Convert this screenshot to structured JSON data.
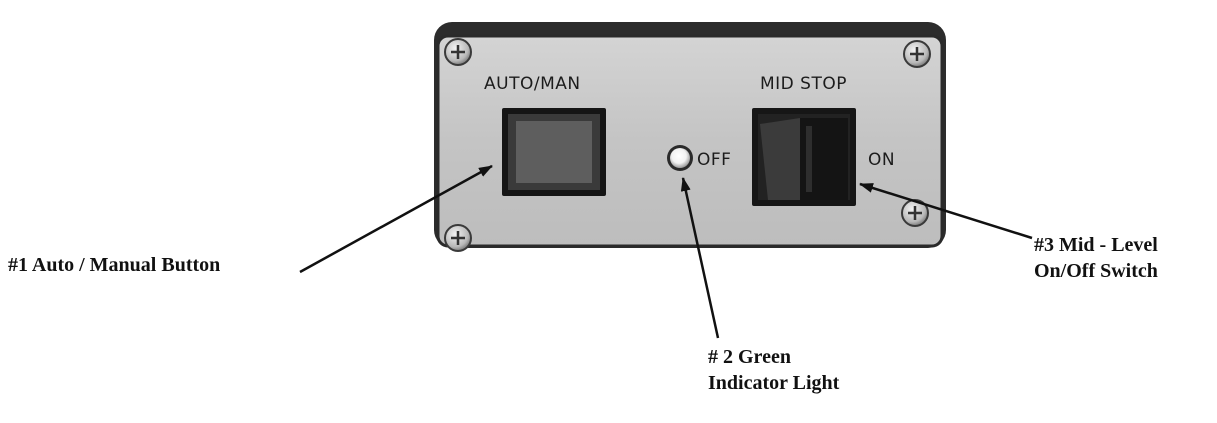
{
  "panel": {
    "auto_man_label": "AUTO/MAN",
    "mid_stop_label": "MID STOP",
    "off_label": "OFF",
    "on_label": "ON"
  },
  "callouts": {
    "button": "#1 Auto / Manual Button",
    "light_line1": "# 2 Green",
    "light_line2": "Indicator Light",
    "switch_line1": "#3 Mid - Level",
    "switch_line2": "On/Off Switch"
  },
  "colors": {
    "panel_plate": "#c9c9c9",
    "panel_border": "#2a2a2a",
    "rocker_dark": "#1e1e1e",
    "button_face": "#5e5e5e",
    "arrow": "#111111"
  }
}
